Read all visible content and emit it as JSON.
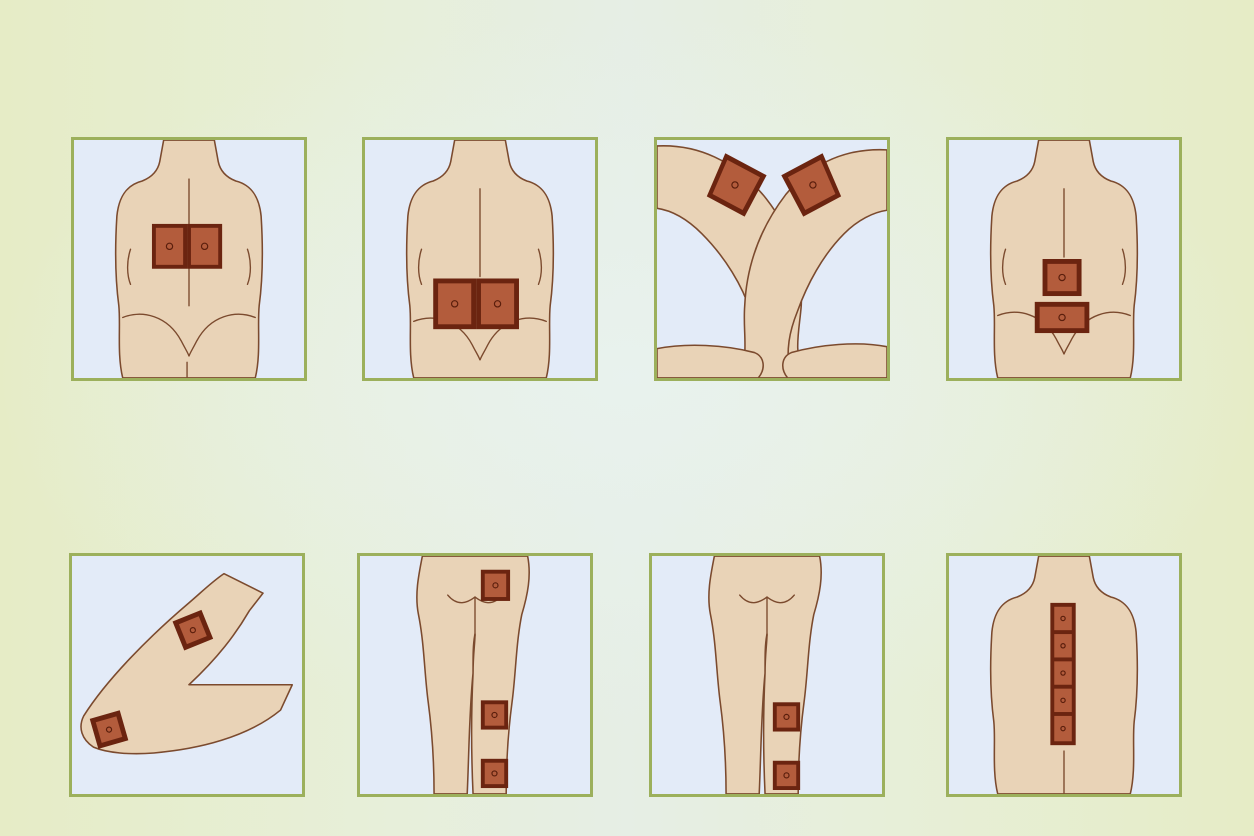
{
  "figure": {
    "panels": [
      {
        "id": "upper-back-double-pad",
        "pads": 2
      },
      {
        "id": "lower-back-double-pad",
        "pads": 2
      },
      {
        "id": "knees-crossed-pads",
        "pads": 2
      },
      {
        "id": "lower-back-stacked-pads",
        "pads": 2
      },
      {
        "id": "arm-elbow-wrist-pads",
        "pads": 2
      },
      {
        "id": "leg-front-three-pads",
        "pads": 3
      },
      {
        "id": "leg-back-two-pads",
        "pads": 2
      },
      {
        "id": "spine-vertical-strip",
        "pads": 5
      }
    ],
    "colors": {
      "border": "#9cb05c",
      "panel_bg": "#e3ebf8",
      "skin": "#e9d3b7",
      "outline": "#7b4a2e",
      "pad_outer": "#6b2410",
      "pad_inner": "#b35c3c"
    }
  }
}
